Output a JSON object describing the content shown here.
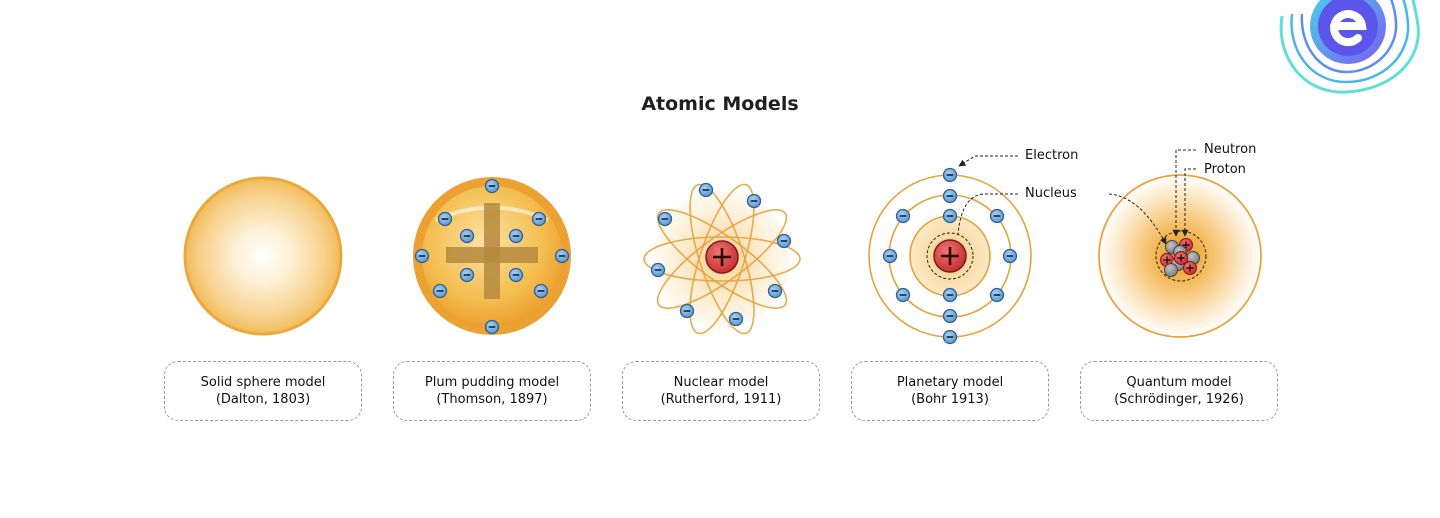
{
  "title": "Atomic Models",
  "models": [
    {
      "name": "Solid sphere model",
      "detail": "(Dalton, 1803)"
    },
    {
      "name": "Plum pudding model",
      "detail": "(Thomson, 1897)"
    },
    {
      "name": "Nuclear model",
      "detail": "(Rutherford, 1911)"
    },
    {
      "name": "Planetary model",
      "detail": "(Bohr 1913)"
    },
    {
      "name": "Quantum model",
      "detail": "(Schrödinger, 1926)"
    }
  ],
  "callouts": {
    "electron": "Electron",
    "nucleus": "Nucleus",
    "neutron": "Neutron",
    "proton": "Proton"
  },
  "colors": {
    "orange": "#e8a233",
    "electron_blue": "#5b9bd5",
    "proton_red": "#e04848",
    "neutron_gray": "#8e8e8e"
  }
}
